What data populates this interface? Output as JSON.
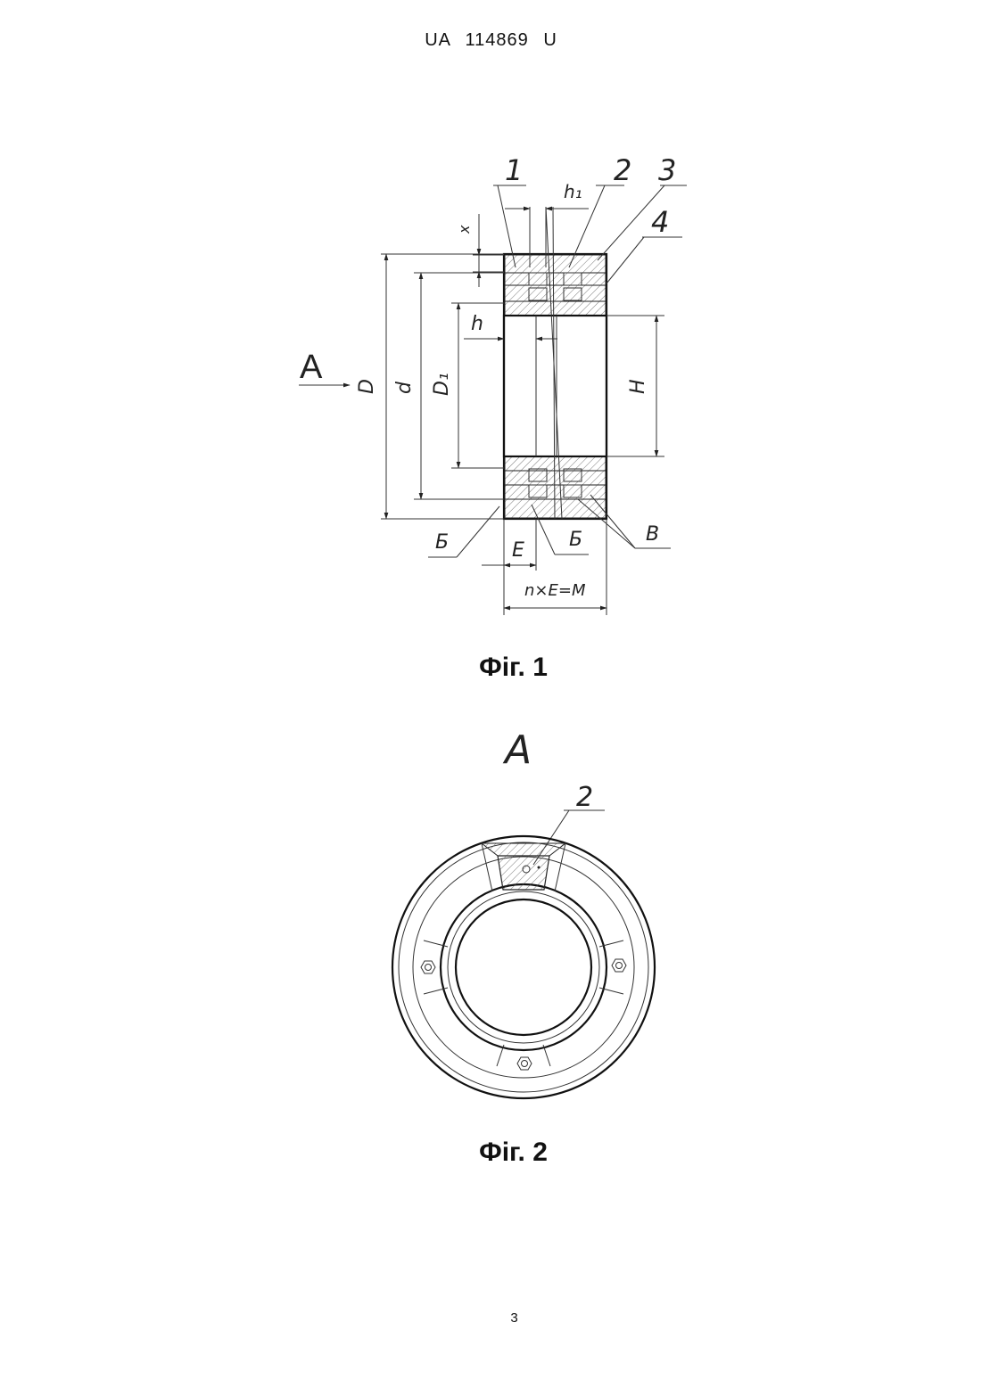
{
  "header": {
    "country": "UA",
    "number": "114869",
    "kind": "U"
  },
  "figure1": {
    "caption": "Фіг. 1",
    "callouts": [
      "1",
      "2",
      "3",
      "4"
    ],
    "dim_labels": {
      "x": "x",
      "h1": "h₁",
      "h": "h",
      "D": "D",
      "d": "d",
      "D1": "D₁",
      "H": "H",
      "E": "E",
      "nE": "n×E=M",
      "view": "A",
      "B_left": "Б",
      "B_mid": "Б",
      "V": "В"
    }
  },
  "figure2": {
    "title": "A",
    "callout": "2",
    "caption": "Фіг. 2"
  },
  "page": {
    "number": "3"
  }
}
